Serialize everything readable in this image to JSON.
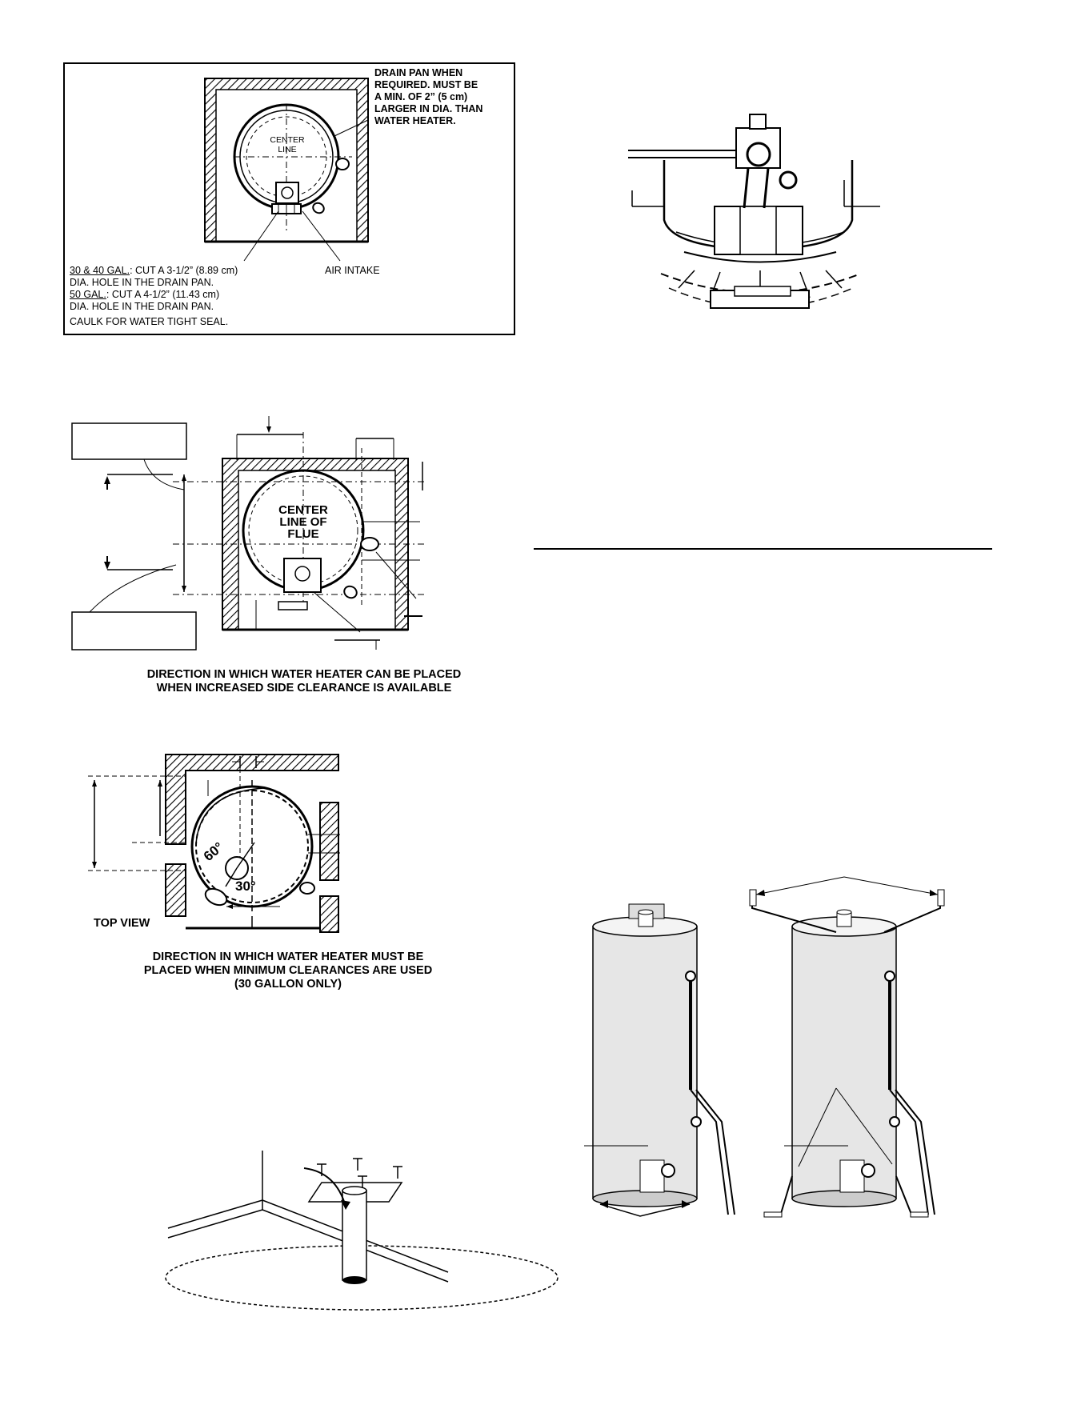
{
  "fig1": {
    "drain_pan_note": [
      "DRAIN PAN WHEN",
      "REQUIRED. MUST BE",
      "A MIN. OF 2” (5 cm)",
      "LARGER IN DIA. THAN",
      "WATER HEATER."
    ],
    "center_line": [
      "CENTER",
      "LINE"
    ],
    "air_intake": "AIR INTAKE",
    "hole_30_40_label": "30 & 40 GAL.",
    "hole_30_40_text": ": CUT A  3-1/2” (8.89 cm)",
    "hole_30_40_text2": "DIA. HOLE  IN THE DRAIN PAN.",
    "hole_50_label": "50 GAL.",
    "hole_50_text": ": CUT A  4-1/2” (11.43 cm)",
    "hole_50_text2": "DIA. HOLE IN THE DRAIN PAN.",
    "caulk": "CAULK FOR WATER TIGHT SEAL."
  },
  "fig2": {
    "center_line_of_flue": [
      "CENTER",
      "LINE OF",
      "FLUE"
    ],
    "caption": [
      "DIRECTION IN WHICH WATER HEATER CAN BE PLACED",
      "WHEN INCREASED SIDE CLEARANCE IS AVAILABLE"
    ]
  },
  "fig3": {
    "angle_60": "60°",
    "angle_30": "30°",
    "top_view": "TOP VIEW",
    "caption": [
      "DIRECTION IN WHICH WATER HEATER MUST BE",
      "PLACED WHEN MINIMUM CLEARANCES ARE USED",
      "(30 GALLON ONLY)"
    ]
  },
  "colors": {
    "ink": "#000000",
    "paper": "#ffffff",
    "tank_gray": "#e6e6e6"
  }
}
